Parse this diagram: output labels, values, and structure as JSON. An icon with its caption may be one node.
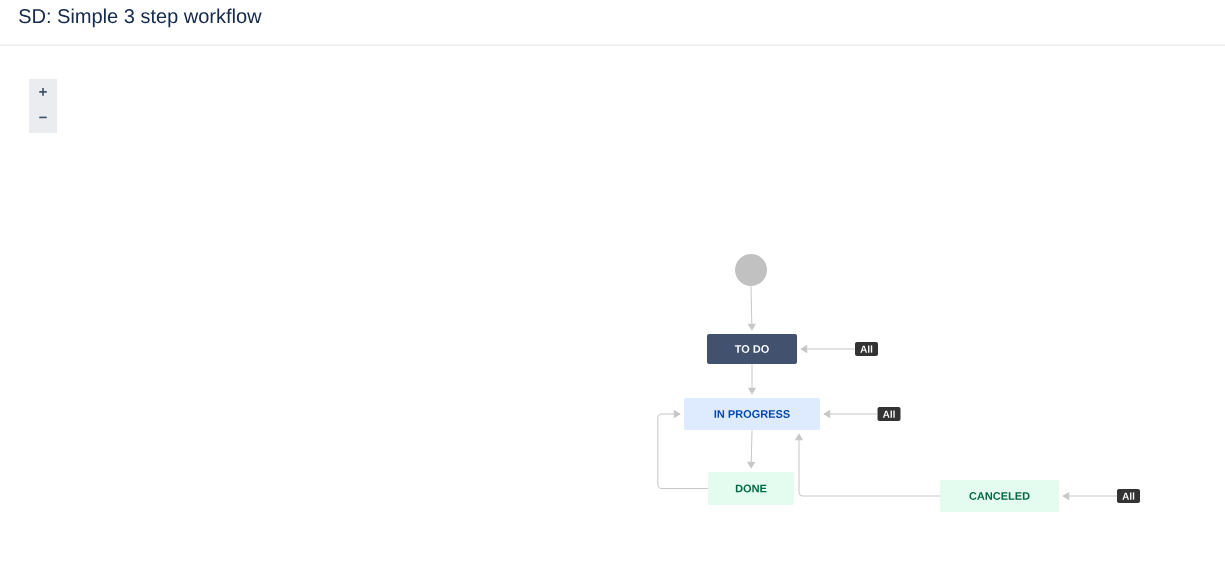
{
  "diagram": {
    "title": "SD: Simple 3 step workflow",
    "nodes": [
      {
        "text": [],
        "shape": "circle"
      },
      {
        "text": [
          "TO DO"
        ]
      },
      {
        "text": [
          "IN PROGRESS"
        ]
      },
      {
        "text": [
          "DONE"
        ]
      },
      {
        "text": [
          "CANCELED"
        ]
      },
      {
        "text": [
          "All"
        ]
      },
      {
        "text": [
          "All"
        ]
      },
      {
        "text": [
          "All"
        ]
      }
    ],
    "edges": [
      {
        "from": 0,
        "to": 1,
        "arrow": "to"
      },
      {
        "from": 1,
        "to": 2,
        "arrow": "to"
      },
      {
        "from": 2,
        "to": 3,
        "arrow": "to"
      },
      {
        "from": 3,
        "to": 2,
        "arrow": "to"
      },
      {
        "from": 4,
        "to": 2,
        "arrow": "to"
      },
      {
        "from": 5,
        "to": 1,
        "arrow": "to"
      },
      {
        "from": 6,
        "to": 2,
        "arrow": "to"
      },
      {
        "from": 7,
        "to": 4,
        "arrow": "to"
      }
    ],
    "labels": [
      "+",
      "−"
    ]
  }
}
